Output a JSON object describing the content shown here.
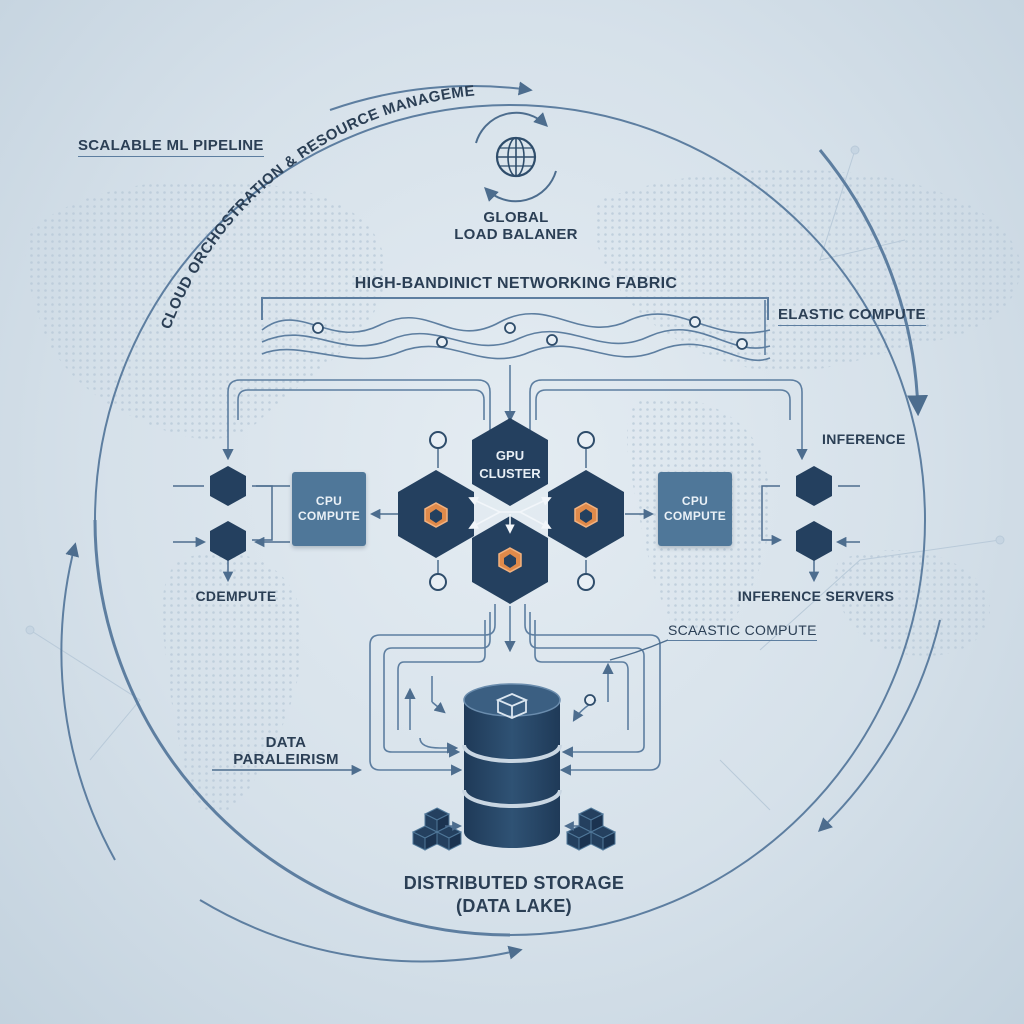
{
  "labels": {
    "pipeline": "SCALABLE ML PIPELINE",
    "orchestration": "CLOUD ORCHOSTRATION & RESOURCE MANAGEMENT",
    "global_lb_line1": "GLOBAL",
    "global_lb_line2": "LOAD BALANER",
    "network_fabric": "HIGH-BANDINICT NETWORKING FABRIC",
    "elastic_compute": "ELASTIC COMPUTE",
    "inference": "INFERENCE",
    "gpu_cluster_line1": "GPU",
    "gpu_cluster_line2": "CLUSTER",
    "cpu_left_line1": "CPU",
    "cpu_left_line2": "COMPUTE",
    "cpu_right_line1": "CPU",
    "cpu_right_line2": "COMPUTE",
    "cdempute": "CDEMPUTE",
    "inference_servers": "INFERENCE SERVERS",
    "scaastic_compute": "SCAASTIC COMPUTE",
    "data_parallelism_line1": "DATA",
    "data_parallelism_line2": "PARALEIRISM",
    "storage_line1": "DISTRIBUTED STORAGE",
    "storage_line2": "(DATA LAKE)"
  },
  "icons": [
    "globe-icon",
    "hexagon-node-icon",
    "database-icon",
    "cube-icon",
    "arrow-icon"
  ],
  "colors": {
    "background": "#d9e3eb",
    "line": "#5d7ea0",
    "dark_navy": "#24405f",
    "box_blue": "#4f7799",
    "accent_orange": "#e08a4a",
    "text": "#2b3f55"
  }
}
